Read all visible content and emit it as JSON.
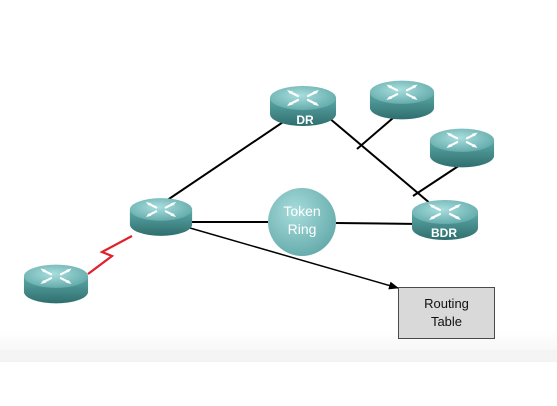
{
  "routers": {
    "dr": {
      "label": "DR"
    },
    "bdr": {
      "label": "BDR"
    }
  },
  "token_ring": {
    "line1": "Token",
    "line2": "Ring"
  },
  "routing_table": {
    "line1": "Routing",
    "line2": "Table"
  },
  "colors": {
    "router_body": "#4f9a9a",
    "router_top": "#7cc3c3",
    "link": "#000000",
    "serial_link": "#e0202a",
    "token_ring": "#7bbcbc",
    "table_fill": "#d9d9d9"
  }
}
